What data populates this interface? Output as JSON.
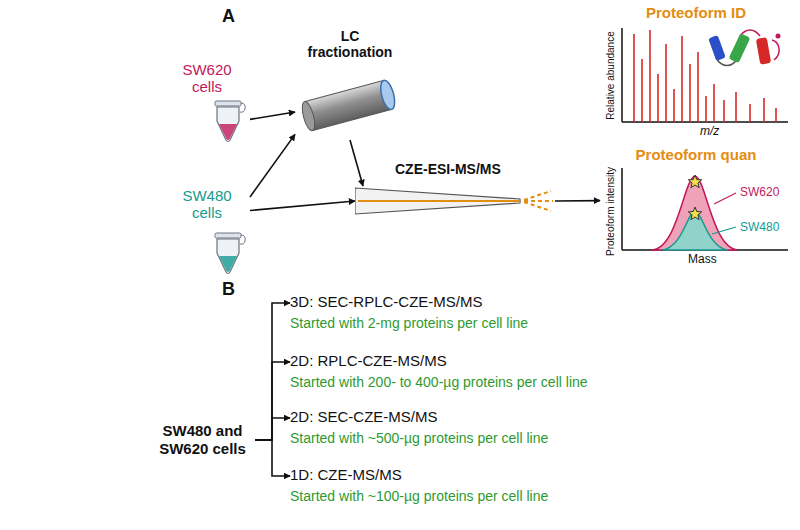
{
  "diagram": {
    "nodes": [
      {
        "text": [
          "SW620 cells"
        ]
      },
      {
        "text": [
          "LC fractionation"
        ]
      },
      {
        "text": [
          "SW480 cells"
        ]
      },
      {
        "text": [
          "CZE-ESI-MS/MS"
        ]
      },
      {
        "text": [
          "Proteoform ID",
          "Relative abundance",
          "m/z"
        ]
      },
      {
        "text": [
          "Proteoform quan",
          "Proteoform intensity",
          "Mass",
          "SW620",
          "SW480"
        ]
      },
      {
        "text": [
          "SW480 and SW620 cells"
        ]
      },
      {
        "text": [
          "3D: SEC-RPLC-CZE-MS/MS",
          "Started with 2-mg proteins per cell line"
        ]
      },
      {
        "text": [
          "2D: RPLC-CZE-MS/MS",
          "Started with 200- to 400-µg proteins per cell line"
        ]
      },
      {
        "text": [
          "2D: SEC-CZE-MS/MS",
          "Started with ~500-µg proteins per cell line"
        ]
      },
      {
        "text": [
          "1D: CZE-MS/MS",
          "Started with ~100-µg proteins per cell line"
        ]
      }
    ],
    "edges": [
      {
        "from": 0,
        "to": 1,
        "arrow": "to"
      },
      {
        "from": 2,
        "to": 1,
        "arrow": "to"
      },
      {
        "from": 2,
        "to": 3,
        "arrow": "to"
      },
      {
        "from": 1,
        "to": 3,
        "arrow": "to"
      },
      {
        "from": 3,
        "to": 5,
        "arrow": "to"
      },
      {
        "from": 6,
        "to": 7,
        "arrow": "to"
      },
      {
        "from": 6,
        "to": 8,
        "arrow": "to"
      },
      {
        "from": 6,
        "to": 9,
        "arrow": "to"
      },
      {
        "from": 6,
        "to": 10,
        "arrow": "to"
      }
    ],
    "labels": [
      "A",
      "B"
    ]
  }
}
